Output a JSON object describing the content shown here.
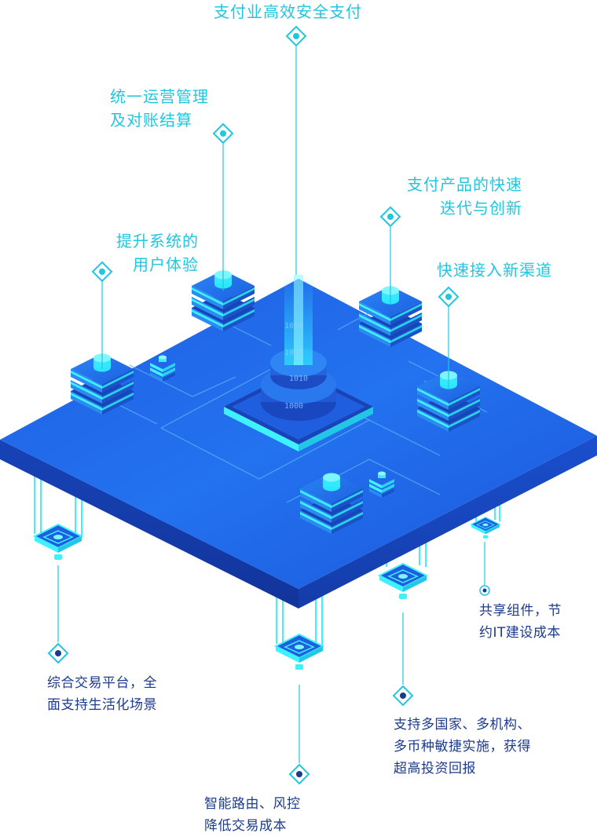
{
  "top_labels": {
    "center": [
      "支付业高效安全支付"
    ],
    "ops": [
      "统一运营管理",
      "及对账结算"
    ],
    "iteration": [
      "支付产品的快速",
      "迭代与创新"
    ],
    "experience": [
      "提升系统的",
      "用户体验"
    ],
    "channels": [
      "快速接入新渠道"
    ]
  },
  "bottom_labels": {
    "platform": [
      "综合交易平台，全",
      "面支持生活化场景"
    ],
    "routing": [
      "智能路由、风控",
      "降低交易成本"
    ],
    "multi": [
      "支持多国家、多机构、",
      "多币种敏捷实施，获得",
      "超高投资回报"
    ],
    "shared": [
      "共享组件，节",
      "约IT建设成本"
    ]
  },
  "chip_codes": [
    "1010",
    "1000",
    "1000",
    "1010"
  ],
  "colors": {
    "accent": "#21c6df",
    "board": "#1f63e6",
    "dark_text": "#1c3b8c"
  }
}
